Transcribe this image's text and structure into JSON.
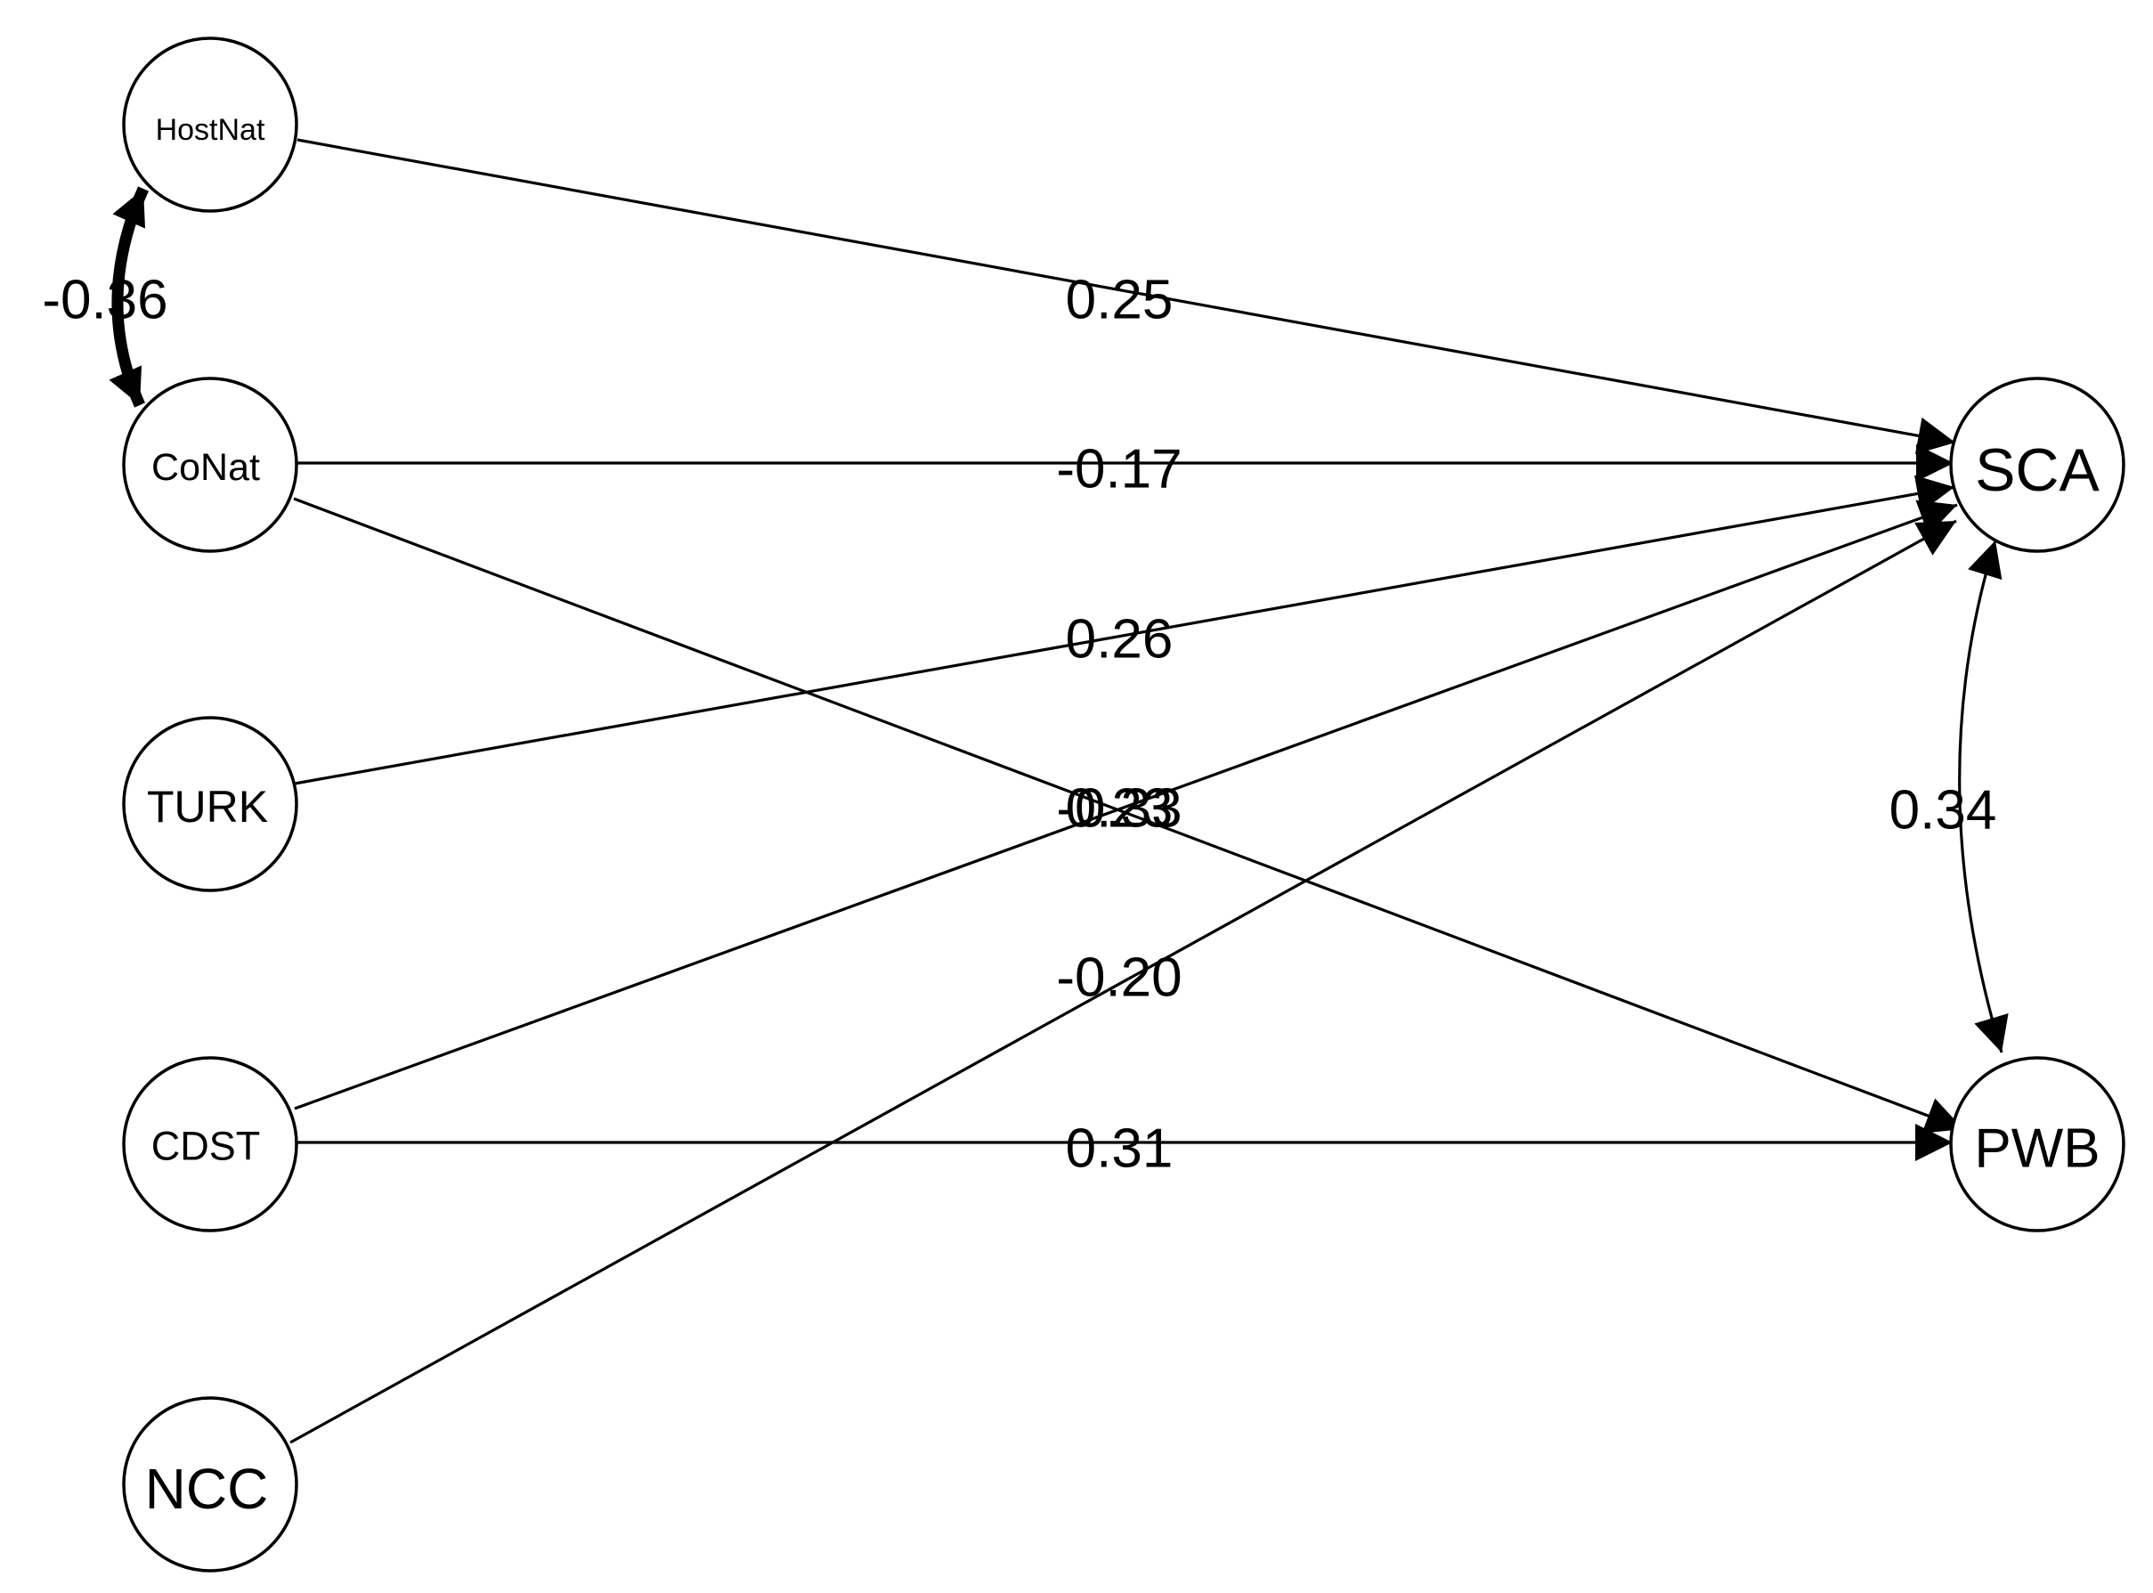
{
  "diagram": {
    "nodes": [
      {
        "id": "HostNat",
        "label": "HostNat"
      },
      {
        "id": "CoNat",
        "label": "CoNat"
      },
      {
        "id": "TURK",
        "label": "TURK"
      },
      {
        "id": "CDST",
        "label": "CDST"
      },
      {
        "id": "NCC",
        "label": "NCC"
      },
      {
        "id": "SCA",
        "label": "SCA"
      },
      {
        "id": "PWB",
        "label": "PWB"
      }
    ],
    "paths": [
      {
        "from": "HostNat",
        "to": "SCA",
        "label": "0.25"
      },
      {
        "from": "CoNat",
        "to": "SCA",
        "label": "-0.17"
      },
      {
        "from": "TURK",
        "to": "SCA",
        "label": "0.26"
      },
      {
        "from": "CoNat",
        "to": "PWB",
        "label": "0.23"
      },
      {
        "from": "CDST",
        "to": "SCA",
        "label": "-0.33"
      },
      {
        "from": "NCC",
        "to": "SCA",
        "label": "-0.20"
      },
      {
        "from": "CDST",
        "to": "PWB",
        "label": "0.31"
      }
    ],
    "covariances": [
      {
        "a": "HostNat",
        "b": "CoNat",
        "label": "-0.36"
      },
      {
        "a": "SCA",
        "b": "PWB",
        "label": "0.34"
      }
    ]
  }
}
